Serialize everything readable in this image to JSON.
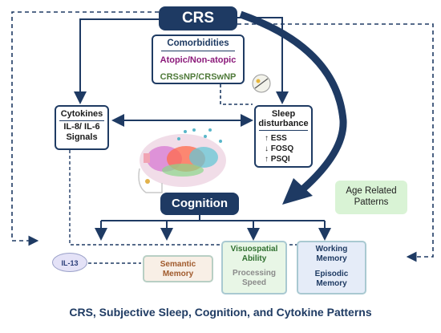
{
  "crs": "CRS",
  "comorbidities": {
    "title": "Comorbidities",
    "atopic": "Atopic/Non-atopic",
    "subtypes": "CRSsNP/CRSwNP"
  },
  "cytokines": {
    "title": "Cytokines",
    "line1": "IL-8/ IL-6",
    "line2": "Signals"
  },
  "sleep": {
    "title_line1": "Sleep",
    "title_line2": "disturbance",
    "measures": [
      "↑ ESS",
      "↓ FOSQ",
      "↑ PSQI"
    ]
  },
  "cognition": "Cognition",
  "age_patterns": {
    "line1": "Age Related",
    "line2": "Patterns"
  },
  "il13": "IL-13",
  "domains": {
    "semantic": [
      "Semantic",
      "Memory"
    ],
    "visuospatial": [
      "Visuospatial",
      "Ability"
    ],
    "processing": [
      "Processing",
      "Speed"
    ],
    "working": [
      "Working",
      "Memory"
    ],
    "episodic": [
      "Episodic",
      "Memory"
    ]
  },
  "caption": "CRS, Subjective Sleep, Cognition, and Cytokine Patterns",
  "colors": {
    "navy": "#1e3a63",
    "atopic_purple": "#8b1a7a",
    "subtype_green": "#4f7a3a",
    "age_green_bg": "#d9f3d5",
    "semantic_brown": "#a05a2c"
  }
}
